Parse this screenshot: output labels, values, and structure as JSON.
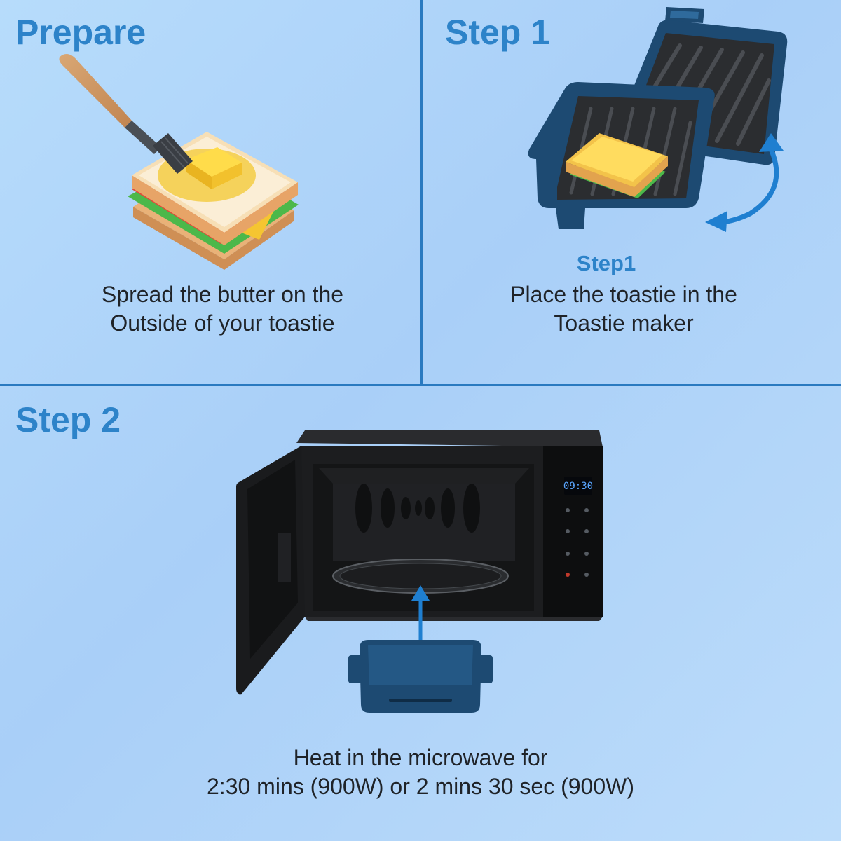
{
  "panels": {
    "prepare": {
      "heading": "Prepare",
      "caption_line1": "Spread the butter on the",
      "caption_line2": "Outside of your toastie"
    },
    "step1": {
      "heading": "Step 1",
      "sublabel": "Step1",
      "caption_line1": "Place the toastie in the",
      "caption_line2": "Toastie maker"
    },
    "step2": {
      "heading": "Step 2",
      "display_time": "09:30",
      "caption_line1": "Heat in the microwave for",
      "caption_line2": "2:30 mins (900W) or 2 mins 30 sec (900W)"
    }
  },
  "colors": {
    "heading": "#2d83c9",
    "divider": "#2a7ac0",
    "toastie_maker": "#1d4a72",
    "arrow": "#1f7fd0"
  },
  "icons": [
    "sandwich-with-brush-icon",
    "toastie-maker-open-icon",
    "rotate-arrow-icon",
    "microwave-icon",
    "up-arrow-icon",
    "toastie-maker-closed-icon"
  ]
}
